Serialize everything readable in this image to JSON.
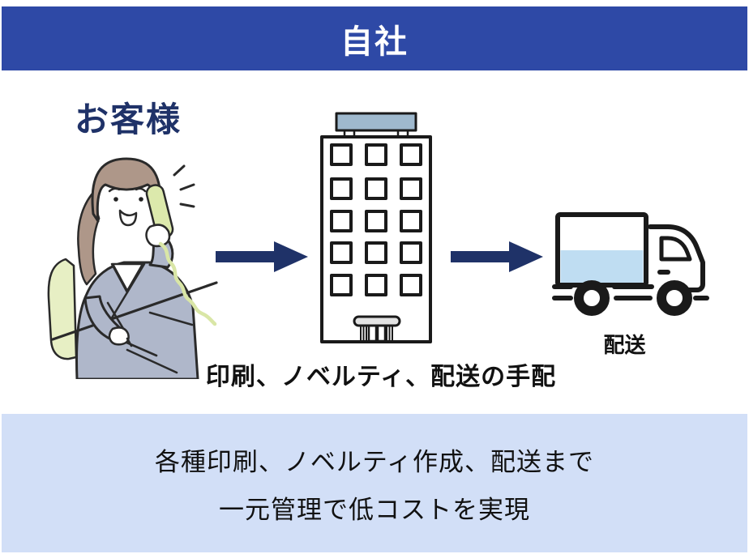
{
  "header": {
    "title": "自社",
    "bg_color": "#2E49A6",
    "text_color": "#FFFFFF"
  },
  "flow": {
    "customer_label": "お客様",
    "customer_label_color": "#1F3268",
    "arrow_color": "#1F3268",
    "building_caption": "印刷、ノベルティ、配送の手配",
    "truck_label": "配送",
    "icons": {
      "customer": "woman-answering-phone-illustration",
      "company": "office-building-icon",
      "delivery": "delivery-truck-icon",
      "connector": "arrow-right-icon"
    },
    "icon_colors": {
      "truck_cargo_blue": "#BFDDF2",
      "billboard_blue": "#9FB9CE",
      "phone_green": "#DCE9AC",
      "chair_green": "#E7EFC4",
      "hair_brown": "#AE9789",
      "jacket_gray": "#AFB7CA"
    }
  },
  "footer": {
    "bg_color": "#D2DFF7",
    "line1": "各種印刷、ノベルティ作成、配送まで",
    "line2": "一元管理で低コストを実現"
  }
}
